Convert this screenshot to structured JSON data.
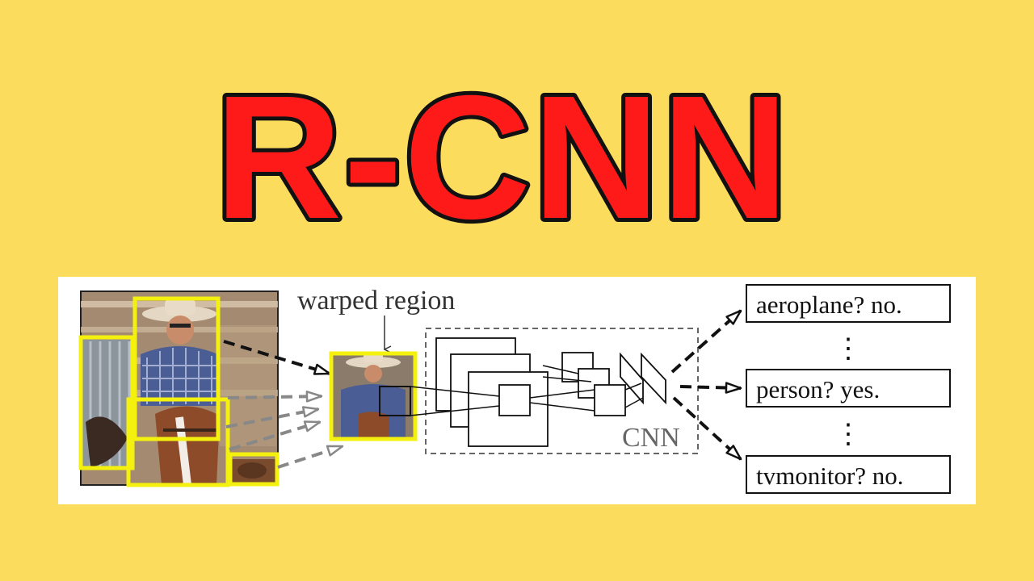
{
  "headline": {
    "text": "R-CNN",
    "fill_color": "#ff1a1a",
    "outline_color": "#111111"
  },
  "background_color": "#fcdc5c",
  "diagram": {
    "warped_label": "warped region",
    "cnn_label": "CNN",
    "region_box_color": "#f4f10f",
    "outputs": [
      {
        "label": "aeroplane? no."
      },
      {
        "label": "person? yes."
      },
      {
        "label": "tvmonitor? no."
      }
    ],
    "ellipsis": "⋮"
  }
}
